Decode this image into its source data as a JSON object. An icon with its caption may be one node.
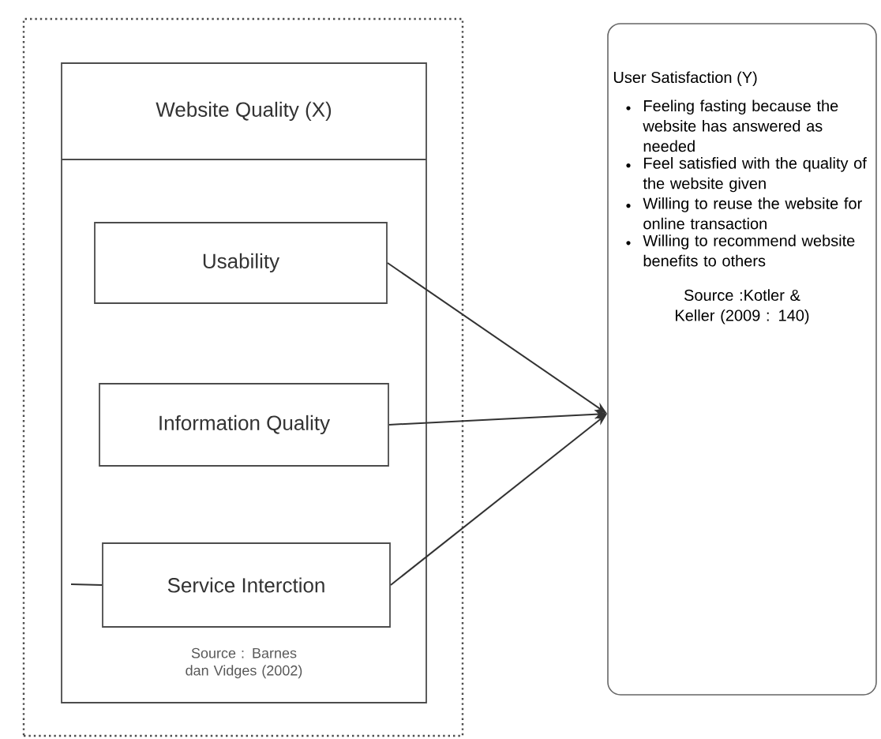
{
  "diagram": {
    "nodes": [
      {
        "text": [],
        "shape": "box"
      },
      {
        "text": [
          "Website Quality (X)",
          "Source : Barnes dan Vidges (2002)"
        ],
        "in": 0
      },
      {
        "text": [
          "Usability"
        ],
        "in": 1
      },
      {
        "text": [
          "Information Quality"
        ],
        "in": 1
      },
      {
        "text": [
          "Service Interction"
        ],
        "in": 1
      },
      {
        "text": [
          "User Satisfaction (Y)",
          "Feeling fasting because the website has answered as needed",
          "Feel satisfied with the quality of the website given",
          "Willing to reuse the website for online transaction",
          "Willing to recommend website benefits to others",
          "Source :Kotler & Keller (2009 : 140)"
        ]
      }
    ],
    "edges": [
      {
        "from": 2,
        "to": 5,
        "arrow": "to"
      },
      {
        "from": 3,
        "to": 5,
        "arrow": "to"
      },
      {
        "from": 4,
        "to": 5,
        "arrow": "to"
      },
      {
        "from": null,
        "to": 4,
        "arrow": "none"
      }
    ]
  }
}
